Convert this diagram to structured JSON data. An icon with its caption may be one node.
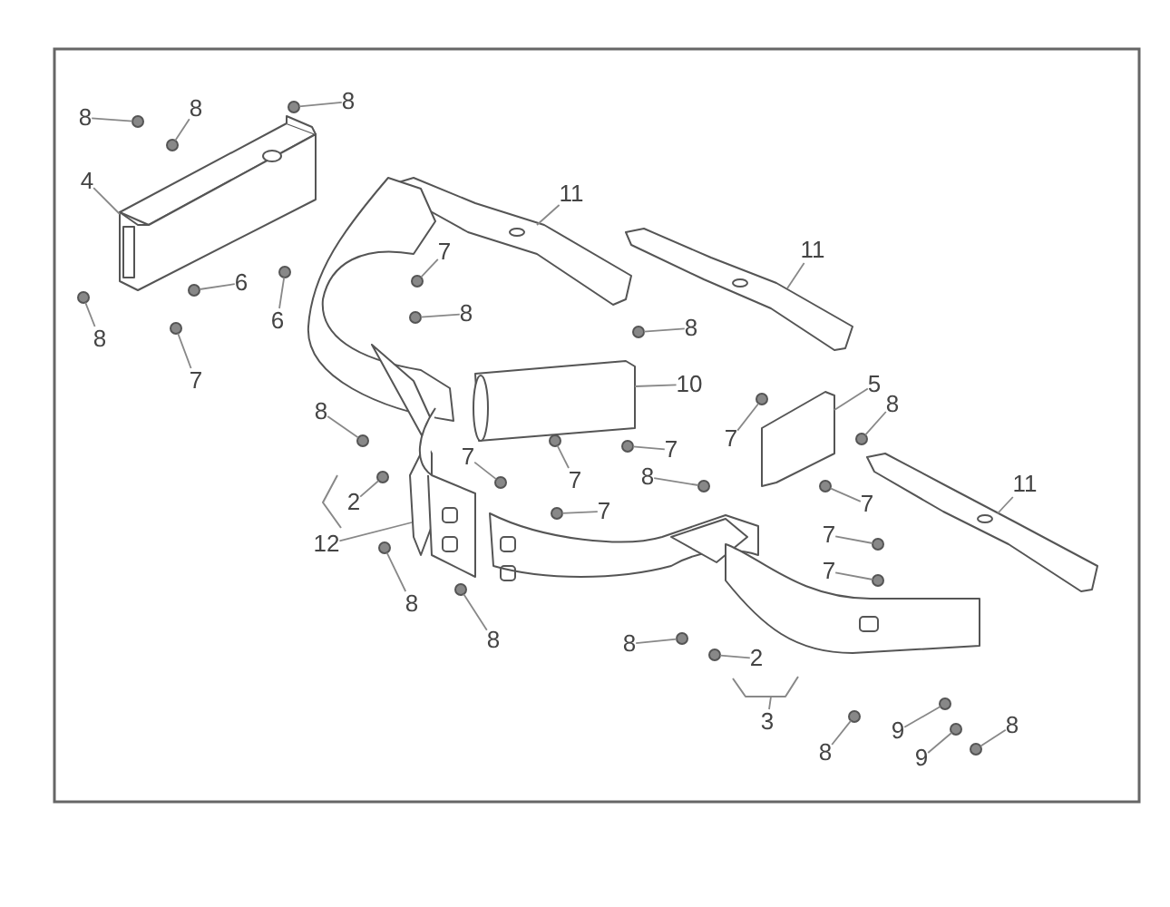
{
  "diagram": {
    "nodes": [
      {
        "text": [
          "8"
        ]
      },
      {
        "text": [
          "8"
        ]
      },
      {
        "text": [
          "8"
        ]
      },
      {
        "text": [
          "4"
        ]
      },
      {
        "text": [
          "11"
        ]
      },
      {
        "text": [
          "11"
        ]
      },
      {
        "text": [
          "7"
        ]
      },
      {
        "text": [
          "6"
        ]
      },
      {
        "text": [
          "8"
        ]
      },
      {
        "text": [
          "6"
        ]
      },
      {
        "text": [
          "8"
        ]
      },
      {
        "text": [
          "8"
        ]
      },
      {
        "text": [
          "7"
        ]
      },
      {
        "text": [
          "10"
        ]
      },
      {
        "text": [
          "5"
        ]
      },
      {
        "text": [
          "8"
        ]
      },
      {
        "text": [
          "8"
        ]
      },
      {
        "text": [
          "7"
        ]
      },
      {
        "text": [
          "7"
        ]
      },
      {
        "text": [
          "7"
        ]
      },
      {
        "text": [
          "7"
        ]
      },
      {
        "text": [
          "8"
        ]
      },
      {
        "text": [
          "11"
        ]
      },
      {
        "text": [
          "7"
        ]
      },
      {
        "text": [
          "2"
        ]
      },
      {
        "text": [
          "7"
        ]
      },
      {
        "text": [
          "7"
        ]
      },
      {
        "text": [
          "12"
        ]
      },
      {
        "text": [
          "7"
        ]
      },
      {
        "text": [
          "8"
        ]
      },
      {
        "text": [
          "8"
        ]
      },
      {
        "text": [
          "8"
        ]
      },
      {
        "text": [
          "2"
        ]
      },
      {
        "text": [
          "3"
        ]
      },
      {
        "text": [
          "9"
        ]
      },
      {
        "text": [
          "8"
        ]
      },
      {
        "text": [
          "8"
        ]
      },
      {
        "text": [
          "9"
        ]
      },
      {
        "text": [],
        "shape": "picture"
      },
      {
        "text": [],
        "shape": "picture"
      },
      {
        "text": [],
        "shape": "picture"
      },
      {
        "text": [],
        "shape": "picture"
      },
      {
        "text": [],
        "shape": "picture"
      },
      {
        "text": [],
        "shape": "picture"
      },
      {
        "text": [],
        "shape": "picture"
      },
      {
        "text": [],
        "shape": "picture"
      },
      {
        "text": [],
        "shape": "picture"
      },
      {
        "text": [],
        "shape": "circle"
      },
      {
        "text": [],
        "shape": "circle"
      },
      {
        "text": [],
        "shape": "circle"
      },
      {
        "text": [],
        "shape": "circle"
      },
      {
        "text": [],
        "shape": "circle"
      },
      {
        "text": [],
        "shape": "circle"
      },
      {
        "text": [],
        "shape": "circle"
      },
      {
        "text": [],
        "shape": "circle"
      },
      {
        "text": [],
        "shape": "circle"
      },
      {
        "text": [],
        "shape": "circle"
      },
      {
        "text": [],
        "shape": "circle"
      },
      {
        "text": [],
        "shape": "circle"
      },
      {
        "text": [],
        "shape": "circle"
      },
      {
        "text": [],
        "shape": "circle"
      },
      {
        "text": [],
        "shape": "circle"
      },
      {
        "text": [],
        "shape": "circle"
      },
      {
        "text": [],
        "shape": "circle"
      },
      {
        "text": [],
        "shape": "circle"
      },
      {
        "text": [],
        "shape": "circle"
      },
      {
        "text": [],
        "shape": "circle"
      },
      {
        "text": [],
        "shape": "circle"
      },
      {
        "text": [],
        "shape": "circle"
      },
      {
        "text": [],
        "shape": "circle"
      },
      {
        "text": [],
        "shape": "circle"
      },
      {
        "text": [],
        "shape": "circle"
      },
      {
        "text": [],
        "shape": "circle"
      },
      {
        "text": [],
        "shape": "circle"
      },
      {
        "text": [],
        "shape": "circle"
      },
      {
        "text": [],
        "shape": "circle"
      },
      {
        "text": [],
        "shape": "circle"
      },
      {
        "text": [],
        "shape": "bracket"
      }
    ],
    "edges": [
      {
        "from": 0,
        "to": 47,
        "arrow": "none"
      },
      {
        "from": 1,
        "to": 48,
        "arrow": "none"
      },
      {
        "from": 2,
        "to": 49,
        "arrow": "none"
      },
      {
        "from": 3,
        "to": 38,
        "arrow": "none"
      },
      {
        "from": 4,
        "to": 39,
        "arrow": "none"
      },
      {
        "from": 5,
        "to": 40,
        "arrow": "none"
      },
      {
        "from": 6,
        "to": 50,
        "arrow": "none"
      },
      {
        "from": 7,
        "to": 51,
        "arrow": "none"
      },
      {
        "from": 8,
        "to": 52,
        "arrow": "none"
      },
      {
        "from": 9,
        "to": 53,
        "arrow": "none"
      },
      {
        "from": 10,
        "to": 54,
        "arrow": "none"
      },
      {
        "from": 11,
        "to": 55,
        "arrow": "none"
      },
      {
        "from": 12,
        "to": 56,
        "arrow": "none"
      },
      {
        "from": 13,
        "to": 43,
        "arrow": "none"
      },
      {
        "from": 14,
        "to": 44,
        "arrow": "none"
      },
      {
        "from": 15,
        "to": 57,
        "arrow": "none"
      },
      {
        "from": 16,
        "to": 58,
        "arrow": "none"
      },
      {
        "from": 17,
        "to": 59,
        "arrow": "none"
      },
      {
        "from": 18,
        "to": 60,
        "arrow": "none"
      },
      {
        "from": 19,
        "to": 61,
        "arrow": "none"
      },
      {
        "from": 20,
        "to": 62,
        "arrow": "none"
      },
      {
        "from": 21,
        "to": 63,
        "arrow": "none"
      },
      {
        "from": 22,
        "to": 41,
        "arrow": "none"
      },
      {
        "from": 23,
        "to": 64,
        "arrow": "none"
      },
      {
        "from": 24,
        "to": 65,
        "arrow": "none"
      },
      {
        "from": 25,
        "to": 66,
        "arrow": "none"
      },
      {
        "from": 26,
        "to": 67,
        "arrow": "none"
      },
      {
        "from": 27,
        "to": 42,
        "arrow": "none"
      },
      {
        "from": 28,
        "to": 68,
        "arrow": "none"
      },
      {
        "from": 29,
        "to": 69,
        "arrow": "none"
      },
      {
        "from": 30,
        "to": 70,
        "arrow": "none"
      },
      {
        "from": 31,
        "to": 71,
        "arrow": "none"
      },
      {
        "from": 32,
        "to": 72,
        "arrow": "none"
      },
      {
        "from": 33,
        "to": 77,
        "arrow": "none"
      },
      {
        "from": 34,
        "to": 73,
        "arrow": "none"
      },
      {
        "from": 35,
        "to": 74,
        "arrow": "none"
      },
      {
        "from": 36,
        "to": 75,
        "arrow": "none"
      },
      {
        "from": 37,
        "to": 76,
        "arrow": "none"
      }
    ]
  }
}
